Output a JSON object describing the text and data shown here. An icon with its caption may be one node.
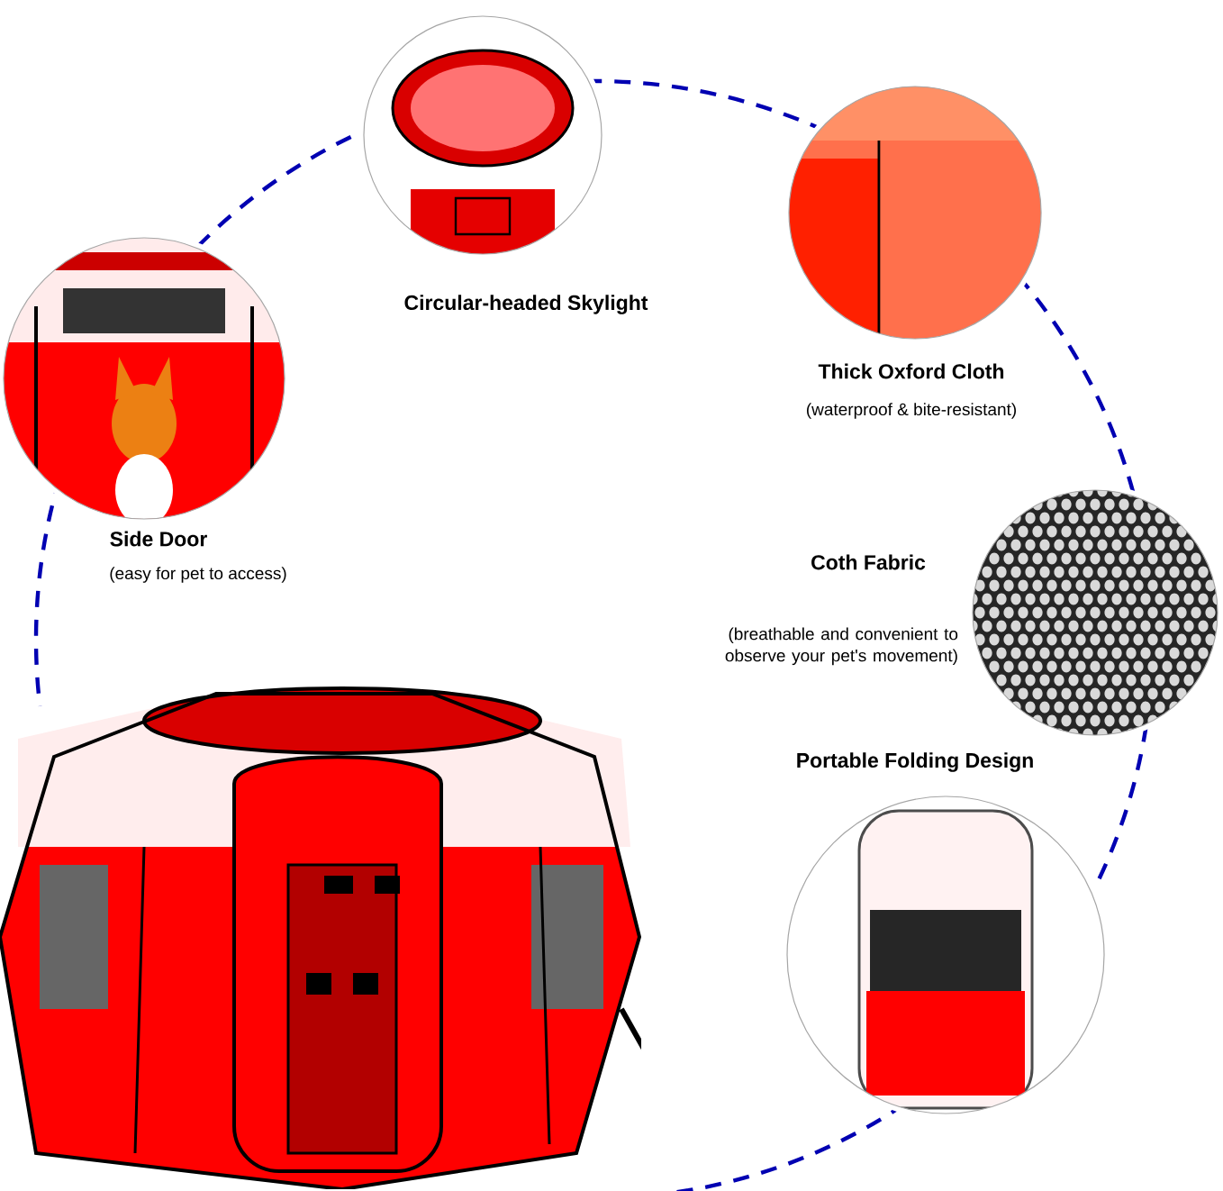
{
  "diagram": {
    "nodes": [
      {
        "text": [],
        "shape": "circle",
        "beside": [
          "Circular-headed Skylight"
        ]
      },
      {
        "text": [],
        "shape": "circle",
        "beside": [
          "Side Door",
          "(easy for pet to access)"
        ]
      },
      {
        "text": [],
        "shape": "circle",
        "beside": [
          "Thick Oxford Cloth",
          "(waterproof & bite-resistant)"
        ]
      },
      {
        "text": [],
        "shape": "circle",
        "beside": [
          "Coth Fabric",
          "(breathable and convenient to observe your pet's movement)"
        ]
      },
      {
        "text": [],
        "shape": "circle",
        "beside": [
          "Portable Folding Design"
        ]
      },
      {
        "text": [],
        "shape": "picture"
      }
    ]
  }
}
